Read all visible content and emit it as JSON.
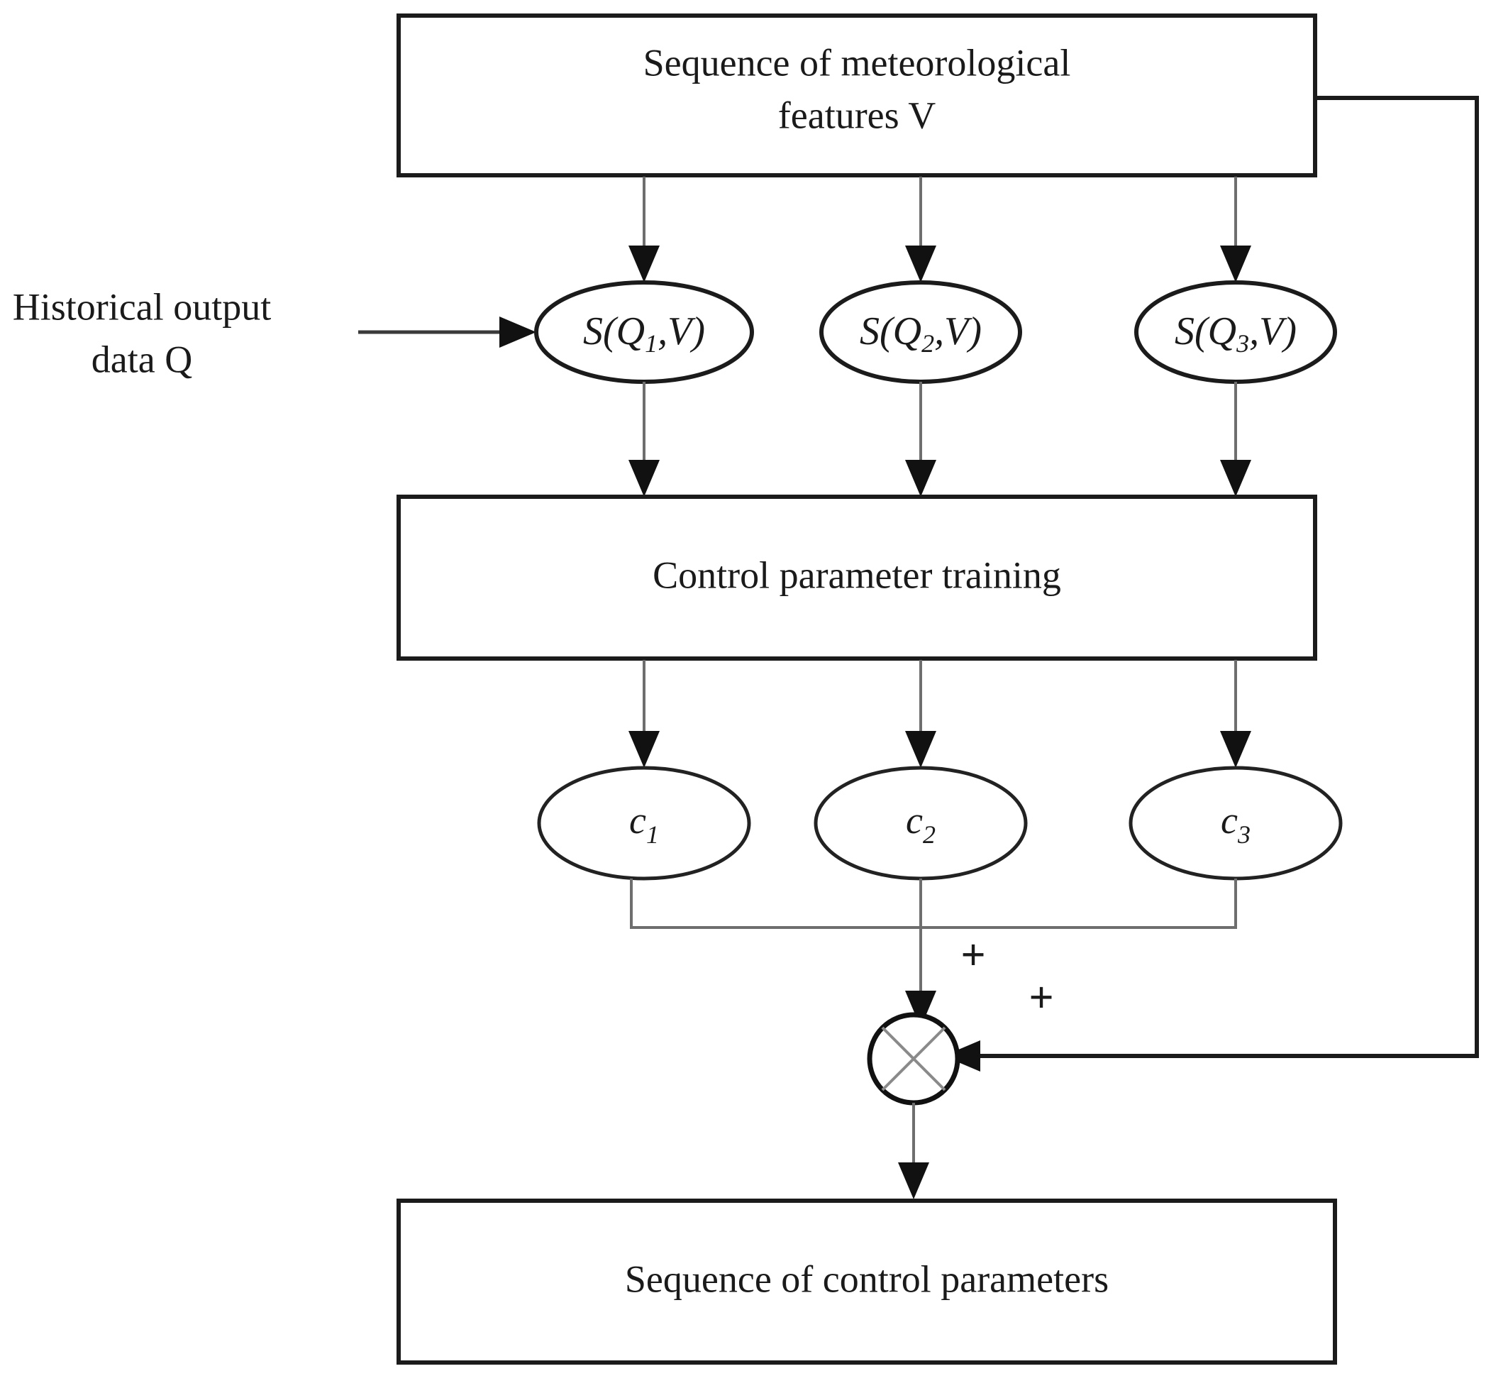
{
  "diagram": {
    "title_absent": true,
    "boxes": [
      {
        "id": "meteorological-features",
        "line1": "Sequence of meteorological",
        "line2": "features V"
      },
      {
        "id": "control-parameter-training",
        "line1": "Control parameter training"
      },
      {
        "id": "sequence-of-control-parameters",
        "line1": "Sequence of control parameters"
      }
    ],
    "side_label": {
      "line1": "Historical  output",
      "line2": "data Q"
    },
    "similarity_nodes": [
      {
        "id": "s-q1-v",
        "fn": "S",
        "open": "(",
        "arg": "Q",
        "sub": "1",
        "comma": ",",
        "var": "V",
        "close": ")"
      },
      {
        "id": "s-q2-v",
        "fn": "S",
        "open": "(",
        "arg": "Q",
        "sub": "2",
        "comma": ",",
        "var": "V",
        "close": ")"
      },
      {
        "id": "s-q3-v",
        "fn": "S",
        "open": "(",
        "arg": "Q",
        "sub": "3",
        "comma": ",",
        "var": "V",
        "close": ")"
      }
    ],
    "control_nodes": [
      {
        "id": "c1",
        "sym": "c",
        "sub": "1"
      },
      {
        "id": "c2",
        "sym": "c",
        "sub": "2"
      },
      {
        "id": "c3",
        "sym": "c",
        "sub": "3"
      }
    ],
    "junction": {
      "id": "summing-junction",
      "symbol": "cross",
      "sign_top": "+",
      "sign_right": "+"
    },
    "colors": {
      "stroke_dark": "#1b1b1b",
      "stroke_mid": "#3a3a3a",
      "stroke_light": "#6e6e6e",
      "cross": "#8a8a8a",
      "background": "#ffffff",
      "text": "#1a1a1a"
    }
  }
}
